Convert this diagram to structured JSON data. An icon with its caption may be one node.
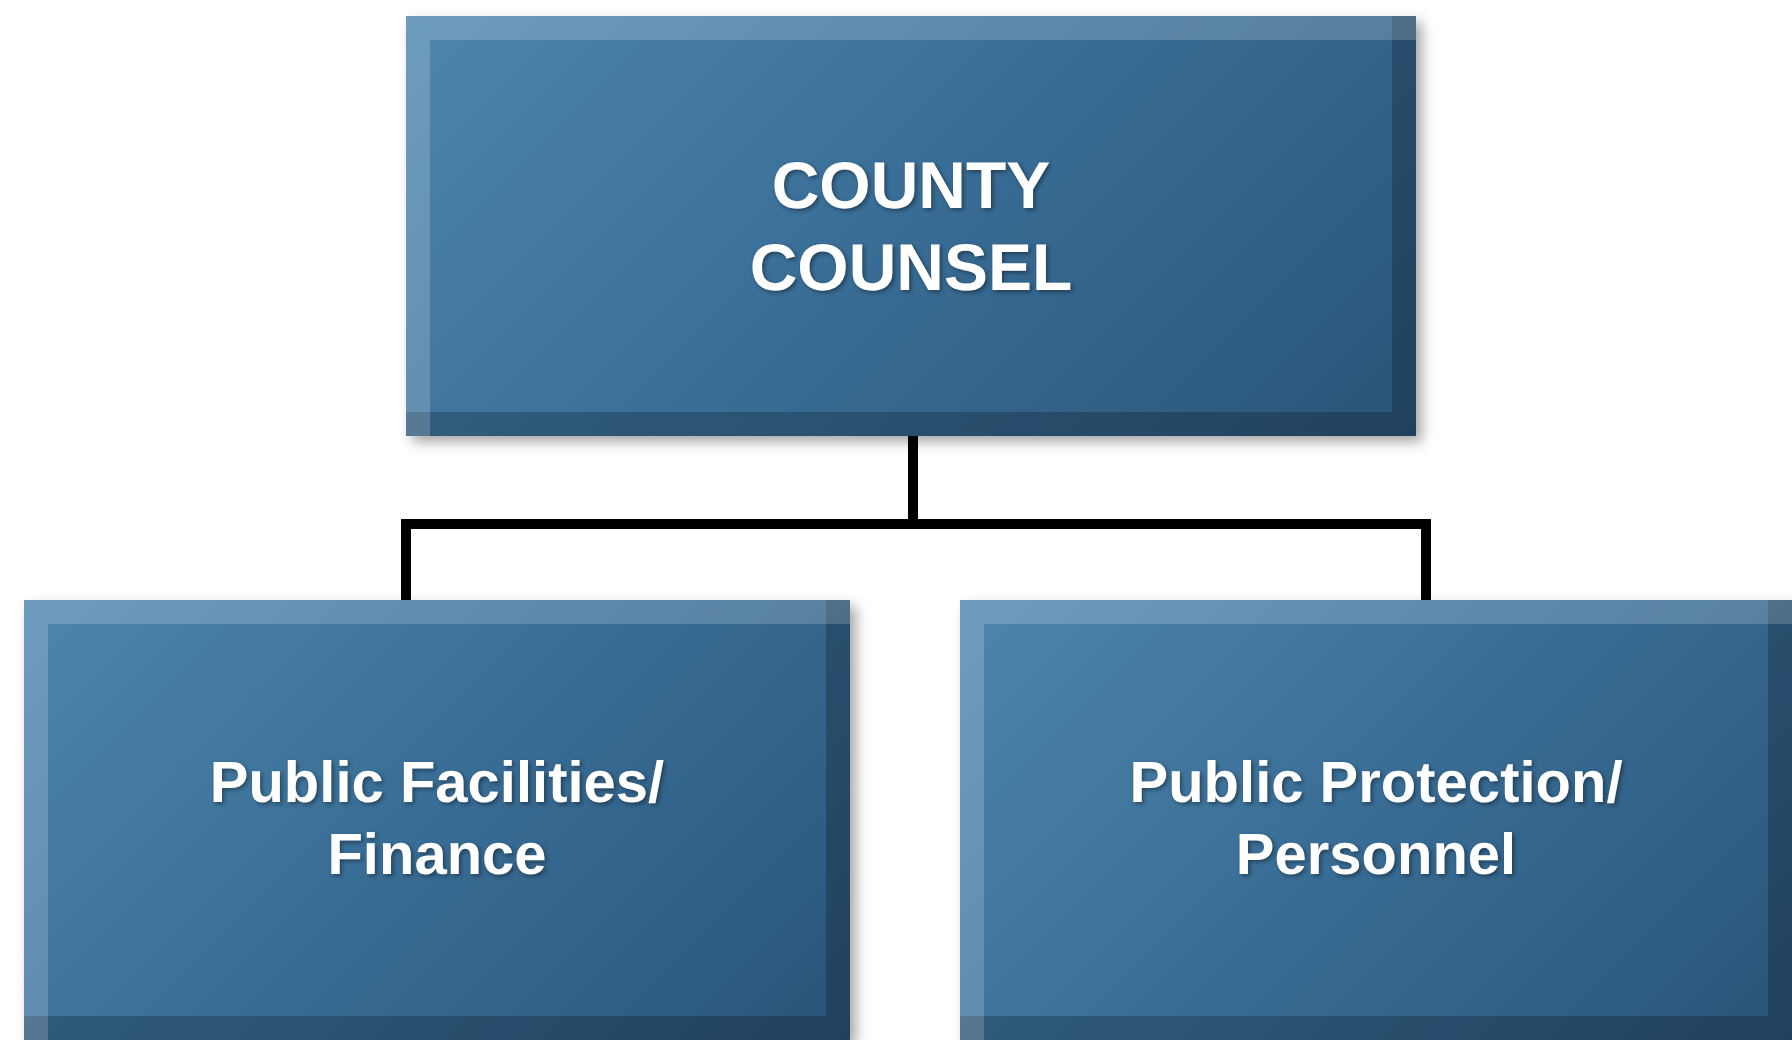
{
  "diagram": {
    "nodes": [
      {
        "text": [
          "COUNTY COUNSEL"
        ]
      },
      {
        "text": [
          "Public Facilities/ Finance"
        ]
      },
      {
        "text": [
          "Public Protection/ Personnel"
        ]
      }
    ],
    "edges": [
      {
        "from": 0,
        "to": 1,
        "arrow": "none"
      },
      {
        "from": 0,
        "to": 2,
        "arrow": "none"
      }
    ]
  }
}
